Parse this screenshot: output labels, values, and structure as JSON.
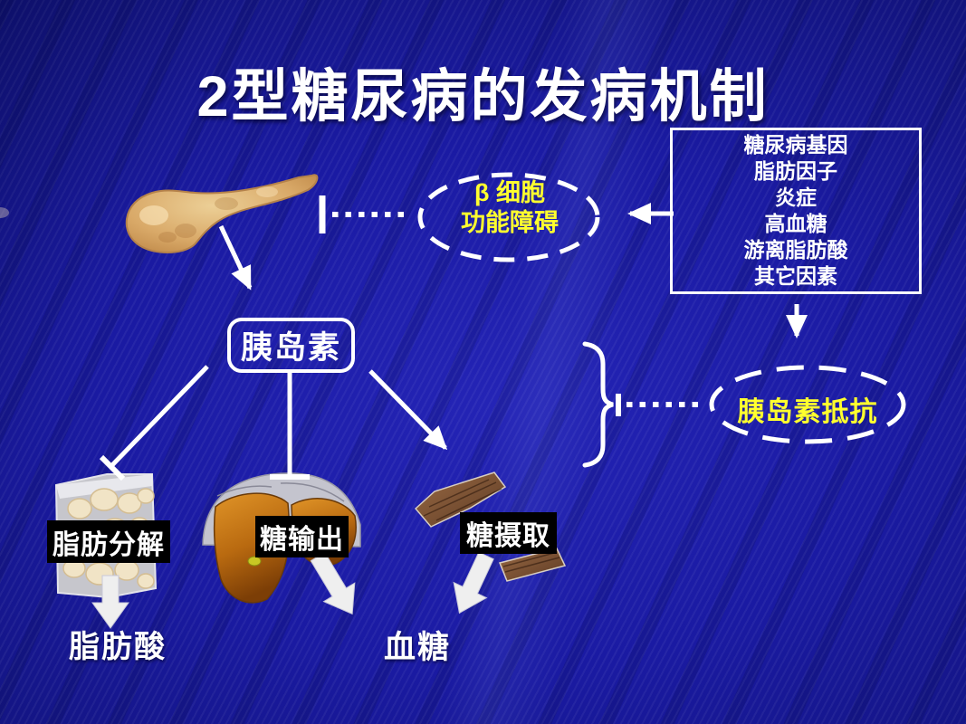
{
  "slide": {
    "title": "2型糖尿病的发病机制",
    "factors_box": {
      "lines": [
        "糖尿病基因",
        "脂肪因子",
        "炎症",
        "高血糖",
        "游离脂肪酸",
        "其它因素"
      ]
    },
    "beta_ellipse": {
      "line1": "β 细胞",
      "line2": "功能障碍"
    },
    "insulin_box": {
      "label": "胰岛素"
    },
    "resistance_ellipse": {
      "label": "胰岛素抵抗"
    },
    "organ_labels": {
      "lipolysis": "脂肪分解",
      "glucose_output": "糖输出",
      "glucose_uptake": "糖摄取"
    },
    "outputs": {
      "fatty_acid": "脂肪酸",
      "blood_glucose": "血糖"
    },
    "icons": [
      "pancreas-illustration",
      "adipose-tissue-illustration",
      "liver-illustration",
      "muscle-illustration"
    ],
    "colors": {
      "background_center": "#1c1cae",
      "background_edge": "#0f116e",
      "highlight_text": "#ffff2e",
      "diagram_white": "#ffffff",
      "label_background": "#000000",
      "pancreas": "#d9a968",
      "liver": "#c87818",
      "muscle": "#8a5a3a",
      "adipose": "#f1e4c6"
    }
  }
}
